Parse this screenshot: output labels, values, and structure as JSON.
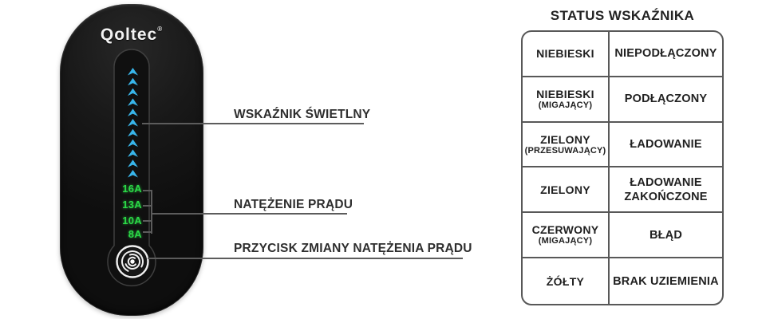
{
  "colors": {
    "led_blue": "#38b5ea",
    "amp_green": "#2bd947",
    "line_gray": "#5c5c5c",
    "table_border": "#585858",
    "text_dark": "#2e2e2e"
  },
  "device": {
    "brand": "Qoltec",
    "brand_mark": "®",
    "led_count": 11,
    "amp_labels": [
      "16A",
      "13A",
      "10A",
      "8A"
    ]
  },
  "callouts": {
    "light_indicator": "WSKAŹNIK ŚWIETLNY",
    "current_level": "NATĘŻENIE PRĄDU",
    "current_button": "PRZYCISK ZMIANY NATĘŻENIA PRĄDU"
  },
  "status_table": {
    "title": "STATUS WSKAŹNIKA",
    "rows": [
      {
        "color": "NIEBIESKI",
        "note": "",
        "status": "NIEPODŁĄCZONY"
      },
      {
        "color": "NIEBIESKI",
        "note": "(MIGAJĄCY)",
        "status": "PODŁĄCZONY"
      },
      {
        "color": "ZIELONY",
        "note": "(PRZESUWAJĄCY)",
        "status": "ŁADOWANIE"
      },
      {
        "color": "ZIELONY",
        "note": "",
        "status": "ŁADOWANIE ZAKOŃCZONE"
      },
      {
        "color": "CZERWONY",
        "note": "(MIGAJĄCY)",
        "status": "BŁĄD"
      },
      {
        "color": "ŻÓŁTY",
        "note": "",
        "status": "BRAK UZIEMIENIA"
      }
    ]
  }
}
